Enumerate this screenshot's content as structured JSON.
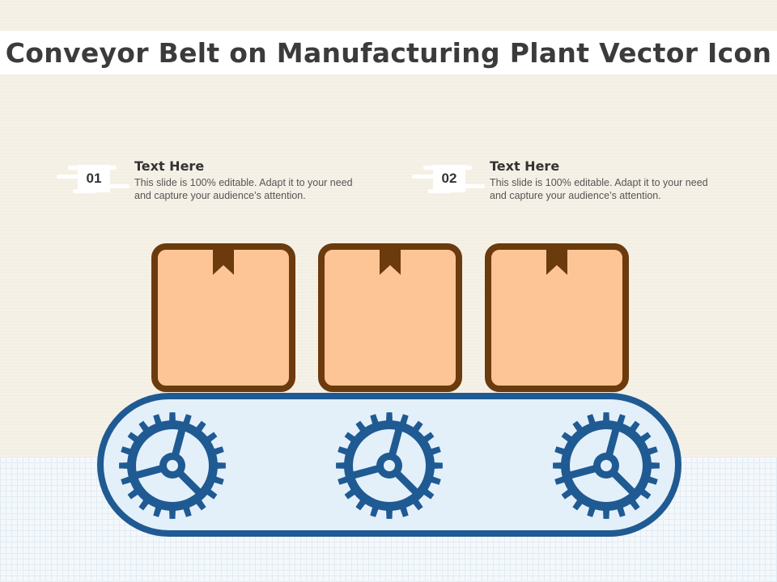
{
  "title": "Conveyor Belt on Manufacturing Plant Vector Icon",
  "items": [
    {
      "number": "01",
      "heading": "Text Here",
      "description": "This slide is 100% editable. Adapt it to your need and capture your audience’s attention."
    },
    {
      "number": "02",
      "heading": "Text Here",
      "description": "This slide is 100% editable. Adapt it to your need and capture your audience’s attention."
    }
  ],
  "colors": {
    "box_fill": "#fdc595",
    "box_stroke": "#6b3a0d",
    "belt_fill": "#e3f0fa",
    "belt_stroke": "#1f5a93",
    "gear": "#1f5a93"
  },
  "illustration": {
    "boxes": 3,
    "gears": 3
  }
}
